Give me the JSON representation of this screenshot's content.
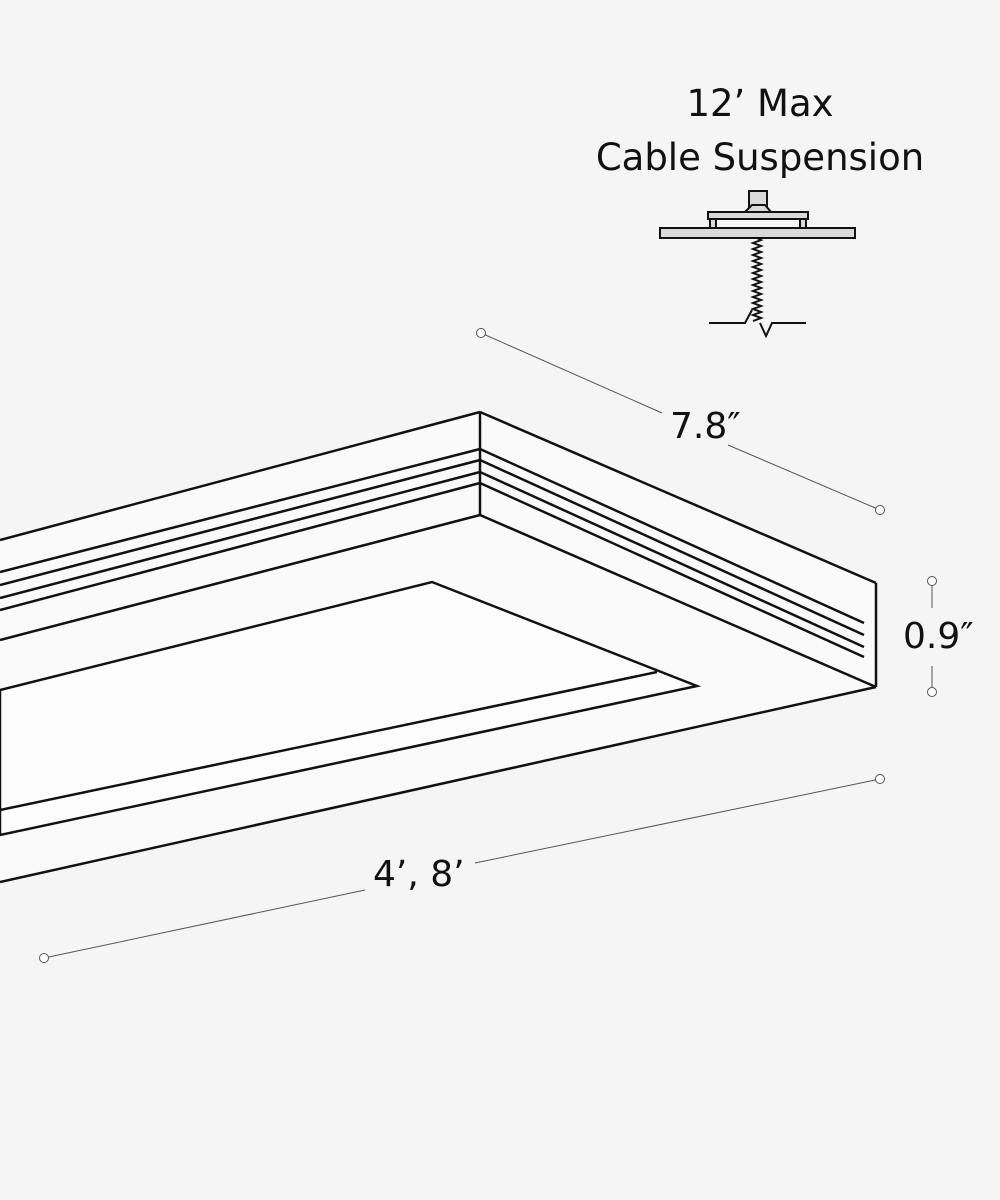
{
  "title": {
    "line1": "12’ Max",
    "line2": "Cable Suspension"
  },
  "dimensions": {
    "width": "7.8″",
    "height": "0.9″",
    "length": "4’, 8’"
  },
  "colors": {
    "line": "#111111",
    "dim_line": "#555555",
    "canopy_fill": "#d9d9d9",
    "background": "#f5f5f5"
  }
}
